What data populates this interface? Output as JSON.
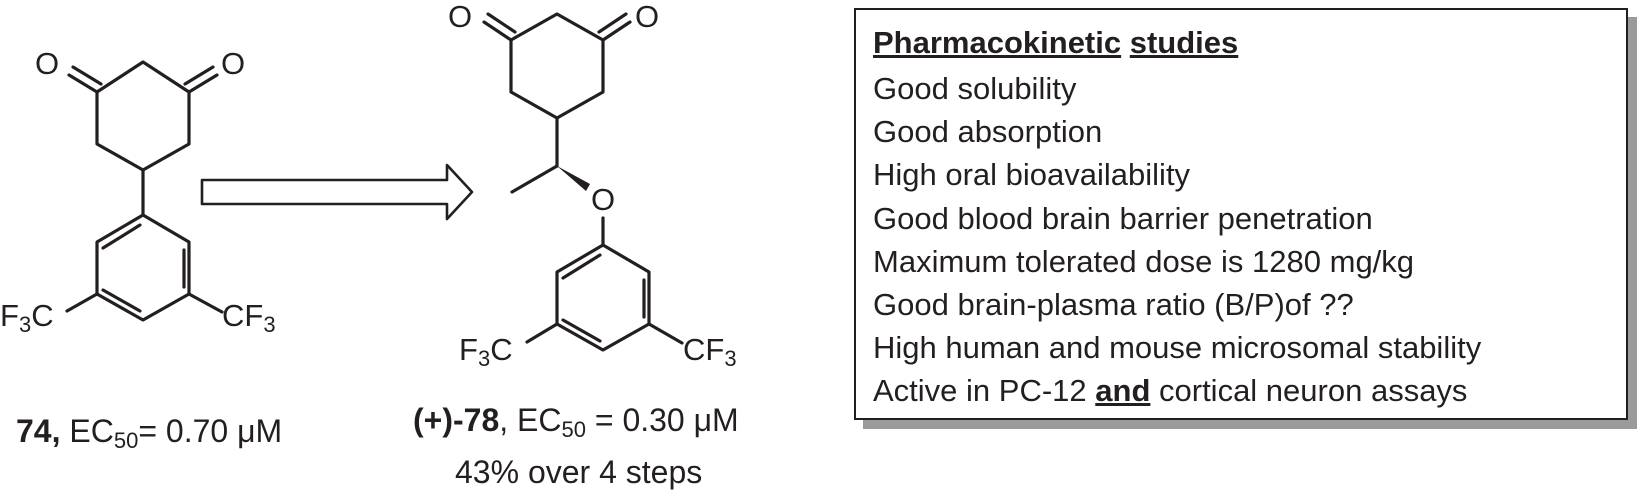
{
  "compound_74": {
    "atoms": {
      "o_left": "O",
      "o_right": "O",
      "cf3_left_a": "F",
      "cf3_left_sub": "3",
      "cf3_left_b": "C",
      "cf3_right_a": "CF",
      "cf3_right_sub": "3"
    },
    "label_id": "74,",
    "label_ec": "EC",
    "label_ec_sub": "50",
    "label_value": "= 0.70 μM"
  },
  "compound_78": {
    "atoms": {
      "o_left": "O",
      "o_right": "O",
      "o_ether": "O",
      "cf3_left_a": "F",
      "cf3_left_sub": "3",
      "cf3_left_b": "C",
      "cf3_right_a": "CF",
      "cf3_right_sub": "3"
    },
    "label_id": "(+)-78",
    "label_ec_pre": ", EC",
    "label_ec_sub": "50",
    "label_value": " = 0.30 μM",
    "yield_text": "43% over 4 steps"
  },
  "pk_box": {
    "heading_1": "Pharmacokinetic",
    "heading_2": "studies",
    "items": [
      "Good solubility",
      "Good absorption",
      "High oral bioavailability",
      "Good blood brain barrier penetration",
      "Maximum tolerated dose is 1280 mg/kg",
      "Good brain-plasma ratio (B/P)of ??",
      "High human and mouse microsomal stability"
    ],
    "last_item_pre": "Active in PC-12 ",
    "last_item_bold": "and",
    "last_item_post": " cortical neuron assays"
  }
}
